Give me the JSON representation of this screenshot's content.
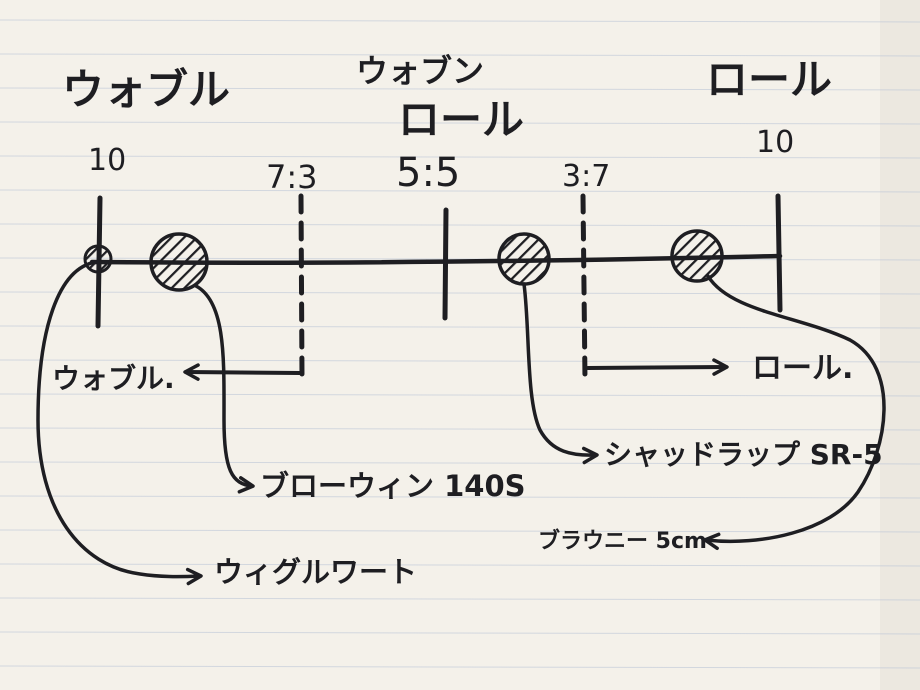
{
  "header": {
    "left_title": "ウォブル",
    "center_title_top": "ウォブン",
    "center_title_bottom": "ロール",
    "right_title": "ロール"
  },
  "scale": {
    "left_value": "10",
    "ratio_73": "7:3",
    "ratio_55": "5:5",
    "ratio_37": "3:7",
    "right_value": "10"
  },
  "ranges": {
    "wobble_label": "ウォブル.",
    "roll_label": "ロール."
  },
  "lures": {
    "l1": "ウィグルワート",
    "l2": "ブローウィン 140S",
    "l3": "シャッドラップ SR-5",
    "l4": "ブラウニー 5cm"
  },
  "colors": {
    "paper": "#f4f1ea",
    "ruled_line": "#b7c2d6",
    "margin_tint": "#e6e2d8",
    "ink": "#1e1e22"
  }
}
